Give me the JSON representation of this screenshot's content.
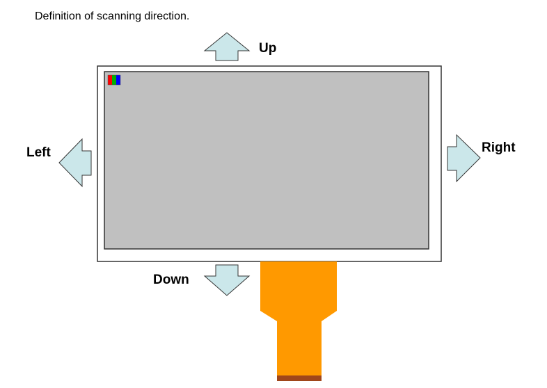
{
  "caption": "Definition of scanning direction.",
  "directions": {
    "up": "Up",
    "down": "Down",
    "left": "Left",
    "right": "Right"
  },
  "colors": {
    "arrow_fill": "#cbe7ea",
    "panel_frame": "#ffffff",
    "screen": "#c0c0c0",
    "fpc": "#ff9900",
    "fpc_tip": "#a0461a",
    "pixel_red": "#ff0000",
    "pixel_green": "#00b000",
    "pixel_blue": "#0000ff"
  }
}
